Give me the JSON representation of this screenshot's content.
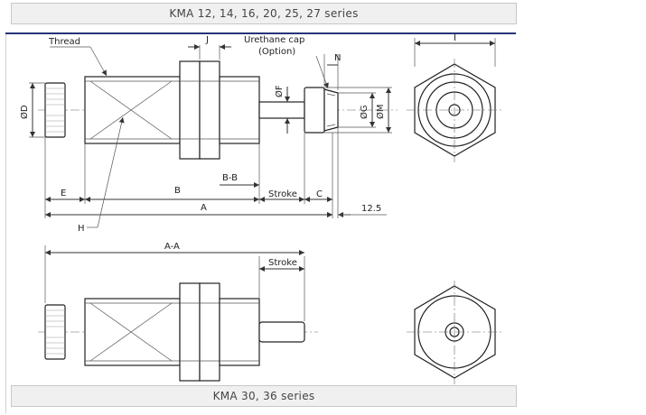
{
  "captions": {
    "top": "KMA 12, 14, 16, 20, 25, 27 series",
    "bottom": "KMA 30, 36 series"
  },
  "labels": {
    "thread": "Thread",
    "j": "J",
    "urethane": "Urethane cap",
    "option": "(Option)",
    "n": "N",
    "i": "I",
    "d": "ØD",
    "f": "ØF",
    "g": "ØG",
    "m": "ØM",
    "bb": "B-B",
    "e": "E",
    "b": "B",
    "stroke": "Stroke",
    "c": "C",
    "a": "A",
    "dim125": "12.5",
    "h": "H",
    "aa": "A-A",
    "stroke2": "Stroke"
  },
  "colors": {
    "rule": "#27337a",
    "caption_bg": "#f0f0f0",
    "line": "#333333"
  }
}
